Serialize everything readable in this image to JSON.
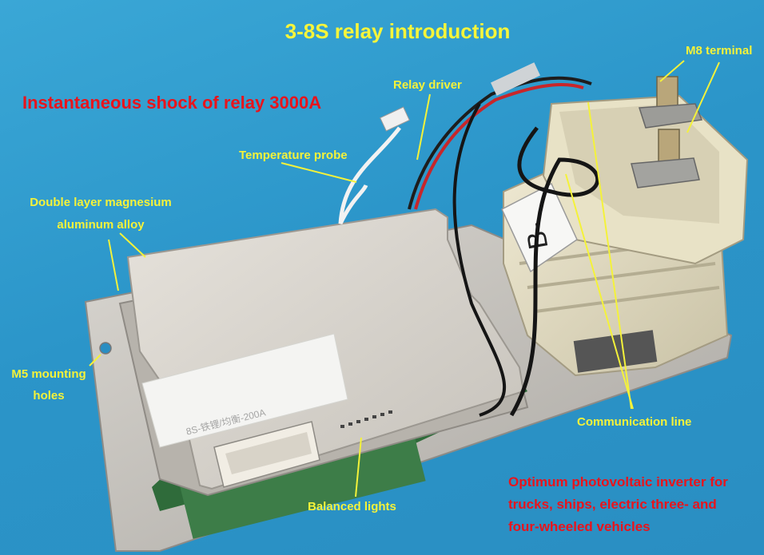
{
  "title": "3-8S relay introduction",
  "callouts": {
    "shock": "Instantaneous shock of relay 3000A",
    "relay_driver": "Relay driver",
    "m8_terminal": "M8 terminal",
    "temperature_probe": "Temperature probe",
    "alloy_line1": "Double layer magnesium",
    "alloy_line2": "aluminum alloy",
    "m5_line1": "M5 mounting",
    "m5_line2": "holes",
    "communication_line": "Communication line",
    "balanced_lights": "Balanced lights",
    "inverter_line1": "Optimum photovoltaic inverter for",
    "inverter_line2": "trucks, ships, electric three- and",
    "inverter_line3": "four-wheeled vehicles"
  },
  "product": {
    "sticker": "8S-铁锂/均衡-200A",
    "relay_tag": "B-"
  },
  "colors": {
    "title": "#f7f53a",
    "label": "#f4f23a",
    "highlight": "#e8141c",
    "background": "#2b95c9"
  }
}
